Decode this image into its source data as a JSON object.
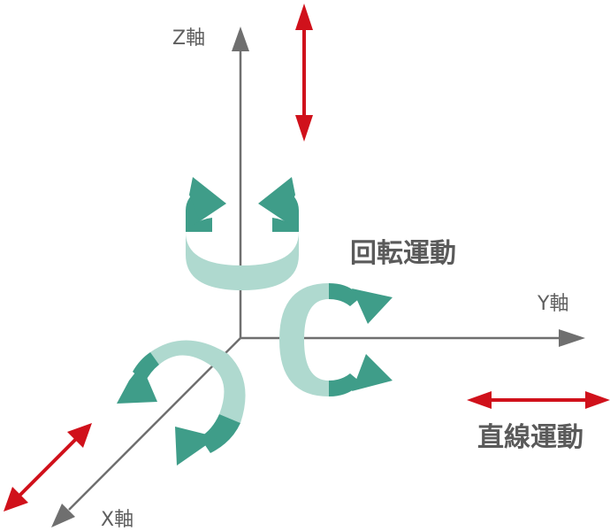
{
  "labels": {
    "z_axis": "Z軸",
    "y_axis": "Y軸",
    "x_axis": "X軸",
    "rotation": "回転運動",
    "linear": "直線運動"
  },
  "colors": {
    "axis": "#6f6f6f",
    "linear_arrow": "#d0111b",
    "rotation_dark": "#3f9d89",
    "rotation_light": "#afd9cf",
    "text": "#5a5a5a"
  }
}
